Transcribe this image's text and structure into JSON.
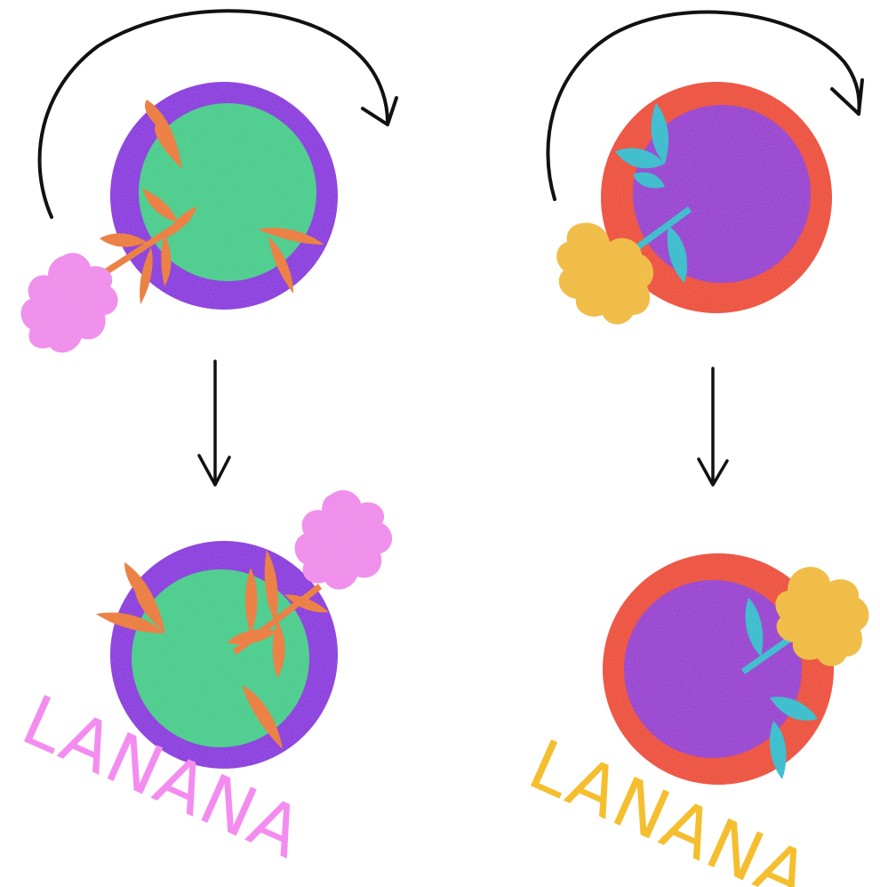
{
  "panels": [
    {
      "id": "left",
      "brand_text": "LANANA",
      "colors": {
        "ring": "#8B2BE2",
        "center": "#3ED08C",
        "leaves": "#F07A2A",
        "flower": "#F48CF0",
        "text": "#F48CF0"
      }
    },
    {
      "id": "right",
      "brand_text": "LANANA",
      "colors": {
        "ring": "#F2472A",
        "center": "#9A35D4",
        "leaves": "#22BFD0",
        "flower": "#F5BE2E",
        "text": "#F5BE2E"
      }
    }
  ],
  "arrows": {
    "color": "#111111",
    "items": [
      "rotate-arrow-left",
      "rotate-arrow-right",
      "down-arrow-left",
      "down-arrow-right"
    ]
  }
}
